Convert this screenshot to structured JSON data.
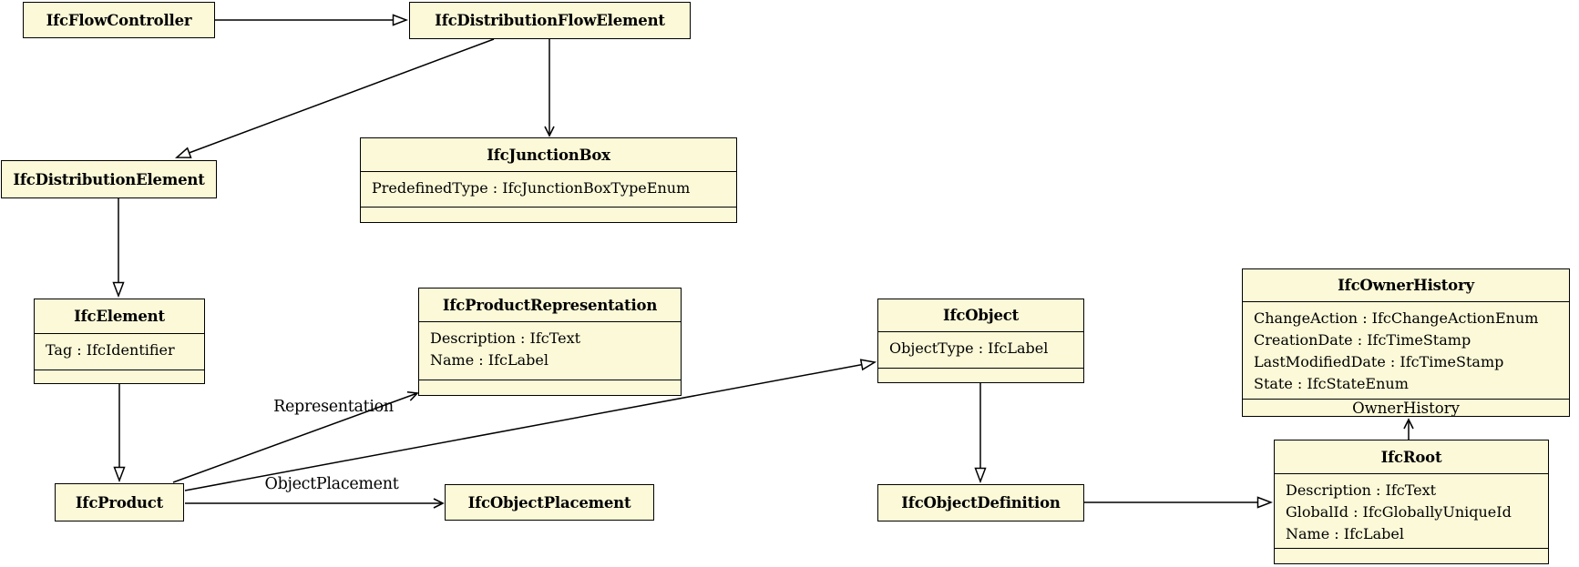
{
  "diagram_type": "uml-class-diagram",
  "colors": {
    "box_fill": "#FBF9D8",
    "box_border": "#000000",
    "line": "#000000",
    "background": "#FFFFFF"
  },
  "classes": [
    {
      "name": "IfcFlowController",
      "attributes": []
    },
    {
      "name": "IfcDistributionFlowElement",
      "attributes": []
    },
    {
      "name": "IfcJunctionBox",
      "attributes": [
        "PredefinedType : IfcJunctionBoxTypeEnum"
      ]
    },
    {
      "name": "IfcDistributionElement",
      "attributes": []
    },
    {
      "name": "IfcElement",
      "attributes": [
        "Tag : IfcIdentifier"
      ]
    },
    {
      "name": "IfcProductRepresentation",
      "attributes": [
        "Description : IfcText",
        "Name : IfcLabel"
      ]
    },
    {
      "name": "IfcObject",
      "attributes": [
        "ObjectType : IfcLabel"
      ]
    },
    {
      "name": "IfcOwnerHistory",
      "attributes": [
        "ChangeAction : IfcChangeActionEnum",
        "CreationDate : IfcTimeStamp",
        "LastModifiedDate : IfcTimeStamp",
        "State : IfcStateEnum"
      ]
    },
    {
      "name": "IfcProduct",
      "attributes": []
    },
    {
      "name": "IfcObjectPlacement",
      "attributes": []
    },
    {
      "name": "IfcObjectDefinition",
      "attributes": []
    },
    {
      "name": "IfcRoot",
      "attributes": [
        "Description : IfcText",
        "GlobalId : IfcGloballyUniqueId",
        "Name : IfcLabel"
      ]
    }
  ],
  "edges": [
    {
      "from": "IfcFlowController",
      "to": "IfcDistributionFlowElement",
      "type": "inheritance",
      "label": ""
    },
    {
      "from": "IfcDistributionFlowElement",
      "to": "IfcDistributionElement",
      "type": "inheritance",
      "label": ""
    },
    {
      "from": "IfcDistributionFlowElement",
      "to": "IfcJunctionBox",
      "type": "arrow",
      "label": ""
    },
    {
      "from": "IfcDistributionElement",
      "to": "IfcElement",
      "type": "inheritance",
      "label": ""
    },
    {
      "from": "IfcElement",
      "to": "IfcProduct",
      "type": "inheritance",
      "label": ""
    },
    {
      "from": "IfcProduct",
      "to": "IfcProductRepresentation",
      "type": "association",
      "label": "Representation"
    },
    {
      "from": "IfcProduct",
      "to": "IfcObject",
      "type": "inheritance",
      "label": ""
    },
    {
      "from": "IfcProduct",
      "to": "IfcObjectPlacement",
      "type": "association",
      "label": "ObjectPlacement"
    },
    {
      "from": "IfcObject",
      "to": "IfcObjectDefinition",
      "type": "inheritance",
      "label": ""
    },
    {
      "from": "IfcObjectDefinition",
      "to": "IfcRoot",
      "type": "inheritance",
      "label": ""
    },
    {
      "from": "IfcRoot",
      "to": "IfcOwnerHistory",
      "type": "association",
      "label": "OwnerHistory"
    }
  ]
}
